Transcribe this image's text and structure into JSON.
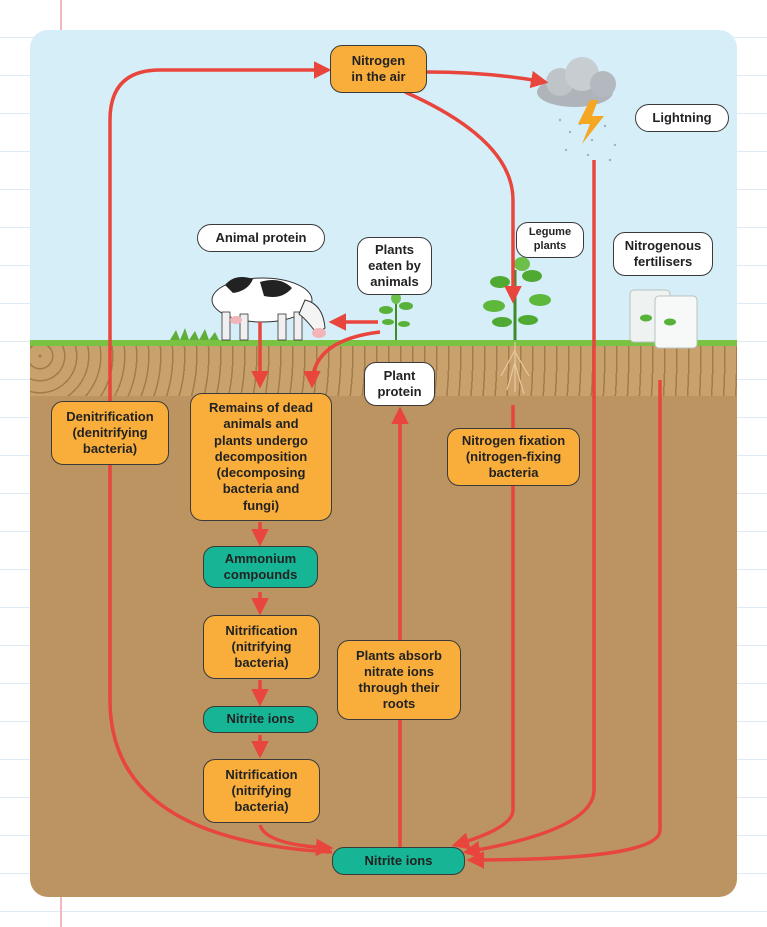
{
  "labels": {
    "nitrogen_air": "Nitrogen\nin the air",
    "lightning": "Lightning",
    "animal_protein": "Animal protein",
    "plants_eaten": "Plants\neaten by\nanimals",
    "legume_plants": "Legume\nplants",
    "nitrogenous_fertilisers": "Nitrogenous\nfertilisers",
    "plant_protein": "Plant\nprotein",
    "denitrification": "Denitrification\n(denitrifying\nbacteria)",
    "decomposition": "Remains of dead\nanimals and\nplants undergo\ndecomposition\n(decomposing\nbacteria and\nfungi)",
    "nitrogen_fixation": "Nitrogen fixation\n(nitrogen-fixing\nbacteria",
    "ammonium": "Ammonium\ncompounds",
    "nitrification_1": "Nitrification\n(nitrifying\nbacteria)",
    "nitrite_ions_1": "Nitrite ions",
    "plants_absorb": "Plants absorb\nnitrate ions\nthrough their\nroots",
    "nitrification_2": "Nitrification\n(nitrifying\nbacteria)",
    "nitrite_ions_2": "Nitrite ions"
  },
  "colors": {
    "arrow": "#e8453c",
    "orange_box": "#f9ae3c",
    "teal_box": "#16b596",
    "sky": "#d6eef8",
    "soil": "#bb9462"
  },
  "icons": [
    "cloud-icon",
    "lightning-bolt-icon",
    "cow-icon",
    "plant-sprout-icon",
    "legume-plant-icon",
    "fertiliser-bag-icon"
  ]
}
